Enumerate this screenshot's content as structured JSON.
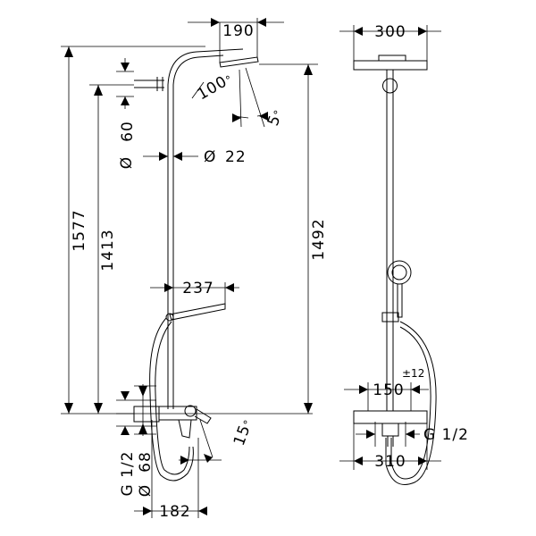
{
  "dimensions": {
    "head_width_side": "190",
    "arm_reach": "100",
    "head_tilt": "5",
    "wall_bracket": "60",
    "pipe_diameter_label": "Ø",
    "pipe_diameter": "22",
    "total_height": "1577",
    "bracket_height": "1413",
    "head_height": "1492",
    "hand_shower_reach": "237",
    "connection_thread": "G 1/2",
    "rosette_diameter_label": "Ø",
    "rosette_diameter": "68",
    "spout_angle": "15",
    "spout_projection": "182",
    "head_width_front": "300",
    "connection_distance": "150",
    "connection_tolerance": "±12",
    "connection_thread_front": "G 1/2",
    "mixer_width": "310"
  },
  "symbols": {
    "degree": "°"
  }
}
